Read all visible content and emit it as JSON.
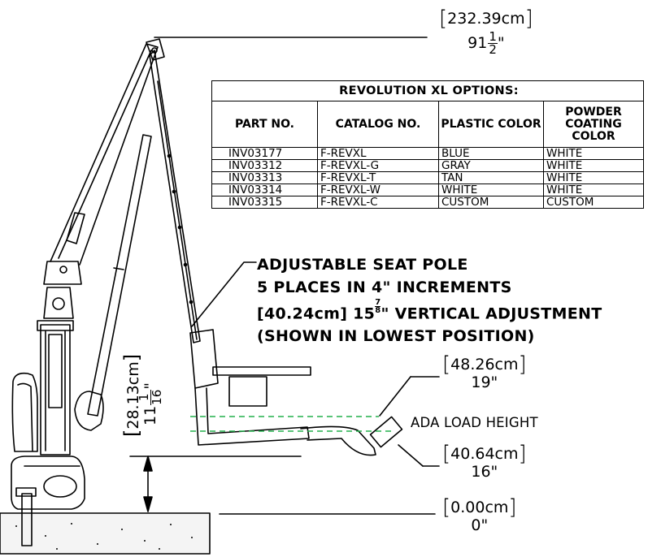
{
  "dimensions": {
    "top": {
      "metric": "232.39cm",
      "imperial_whole": "91",
      "imperial_num": "1",
      "imperial_den": "2",
      "imperial_unit": "\""
    },
    "seat_upper": {
      "metric": "48.26cm",
      "imperial": "19\""
    },
    "seat_lower": {
      "metric": "40.64cm",
      "imperial": "16\""
    },
    "ground": {
      "metric": "0.00cm",
      "imperial": "0\""
    },
    "vertical": {
      "metric": "28.13cm",
      "imperial_whole": "11",
      "imperial_num": "1",
      "imperial_den": "16",
      "imperial_unit": "\""
    }
  },
  "options_table": {
    "title": "REVOLUTION XL OPTIONS:",
    "headers": [
      "PART NO.",
      "CATALOG NO.",
      "PLASTIC COLOR",
      "POWDER COATING COLOR"
    ],
    "rows": [
      [
        "INV03177",
        "F-REVXL",
        "BLUE",
        "WHITE"
      ],
      [
        "INV03312",
        "F-REVXL-G",
        "GRAY",
        "WHITE"
      ],
      [
        "INV03313",
        "F-REVXL-T",
        "TAN",
        "WHITE"
      ],
      [
        "INV03314",
        "F-REVXL-W",
        "WHITE",
        "WHITE"
      ],
      [
        "INV03315",
        "F-REVXL-C",
        "CUSTOM",
        "CUSTOM"
      ]
    ]
  },
  "seat_pole_note": {
    "line1": "ADJUSTABLE SEAT POLE",
    "line2": "5 PLACES IN 4\" INCREMENTS",
    "line3_prefix": "[40.24cm] 15",
    "line3_num": "7",
    "line3_den": "8",
    "line3_suffix": "\" VERTICAL ADJUSTMENT",
    "line4": "(SHOWN IN LOWEST POSITION)"
  },
  "ada_label": "ADA LOAD HEIGHT",
  "colors": {
    "ada_dash": "#22b14c",
    "ink": "#000000",
    "ground_fill": "#f2f2f2"
  }
}
